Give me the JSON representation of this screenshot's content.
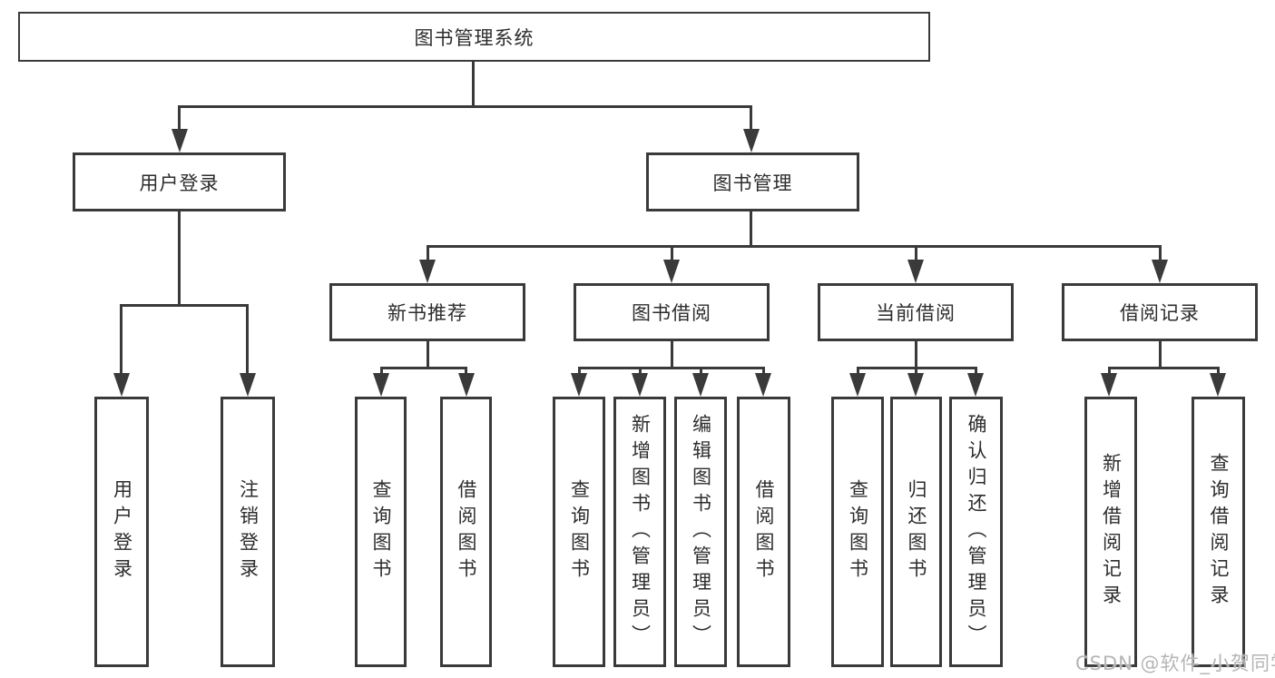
{
  "tree": {
    "label": "图书管理系统",
    "children": [
      {
        "label": "用户登录",
        "children": [
          {
            "label": "用户登录"
          },
          {
            "label": "注销登录"
          }
        ]
      },
      {
        "label": "图书管理",
        "children": [
          {
            "label": "新书推荐",
            "children": [
              {
                "label": "查询图书"
              },
              {
                "label": "借阅图书"
              }
            ]
          },
          {
            "label": "图书借阅",
            "children": [
              {
                "label": "查询图书"
              },
              {
                "label": "新增图书（管理员）"
              },
              {
                "label": "编辑图书（管理员）"
              },
              {
                "label": "借阅图书"
              }
            ]
          },
          {
            "label": "当前借阅",
            "children": [
              {
                "label": "查询图书"
              },
              {
                "label": "归还图书"
              },
              {
                "label": "确认归还（管理员）"
              }
            ]
          },
          {
            "label": "借阅记录",
            "children": [
              {
                "label": "新增借阅记录"
              },
              {
                "label": "查询借阅记录"
              }
            ]
          }
        ]
      }
    ]
  },
  "watermark": "CSDN @软件_小贺同学",
  "colors": {
    "line": "#3a3a3a",
    "text": "#2d2d2d",
    "background": "#ffffff",
    "watermark": "#b5b5b5"
  }
}
